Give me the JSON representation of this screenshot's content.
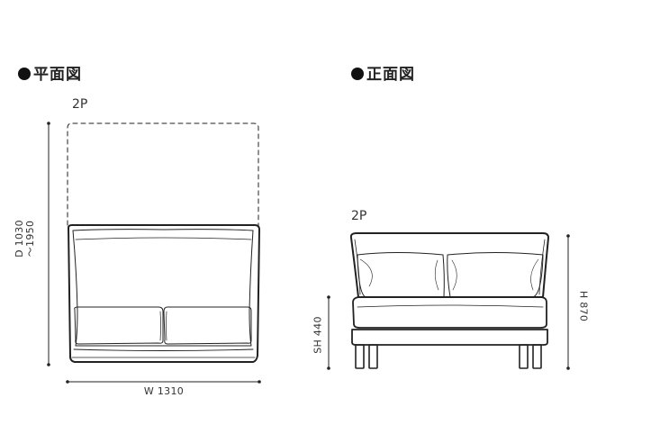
{
  "plan_view": {
    "heading": "平面図",
    "model_label": "2P",
    "depth_dimension": {
      "line1": "D 1030",
      "line2": "～1950"
    },
    "width_dimension": "W 1310"
  },
  "front_view": {
    "heading": "正面図",
    "model_label": "2P",
    "seat_height_dimension": "SH 440",
    "height_dimension": "H 870"
  }
}
